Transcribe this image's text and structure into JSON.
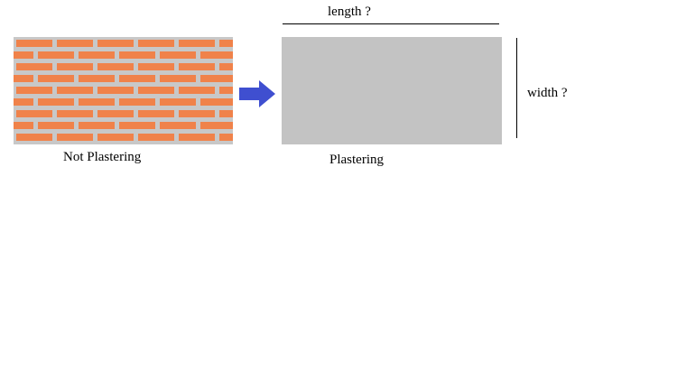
{
  "labels": {
    "length": "length ?",
    "width": "width ?",
    "before": "Not Plastering",
    "after": "Plastering"
  },
  "colors": {
    "brick": "#f0824a",
    "mortar": "#c8c8c8",
    "plaster": "#c3c3c3",
    "arrow": "#3f4fd0"
  }
}
